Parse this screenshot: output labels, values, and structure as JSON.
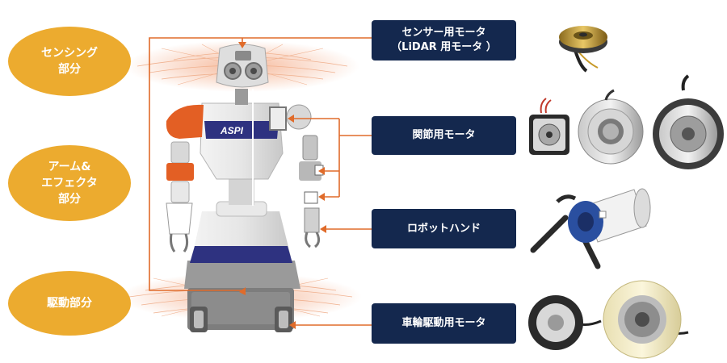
{
  "categories": {
    "sensing": "センシング\n部分",
    "arm_effector": "アーム&\nエフェクタ\n部分",
    "drive": "駆動部分"
  },
  "components": {
    "sensor_motor": "センサー用モータ\n（LiDAR 用モータ ）",
    "joint_motor": "関節用モータ",
    "robot_hand": "ロボットハンド",
    "wheel_motor": "車輪駆動用モータ"
  },
  "robot": {
    "chest_logo": "ASPI"
  },
  "colors": {
    "category_fill": "#ecab2f",
    "label_fill": "#14284e",
    "leader_line": "#e06b2a",
    "robot_accent": "#e35f24",
    "robot_band": "#2e3280"
  }
}
